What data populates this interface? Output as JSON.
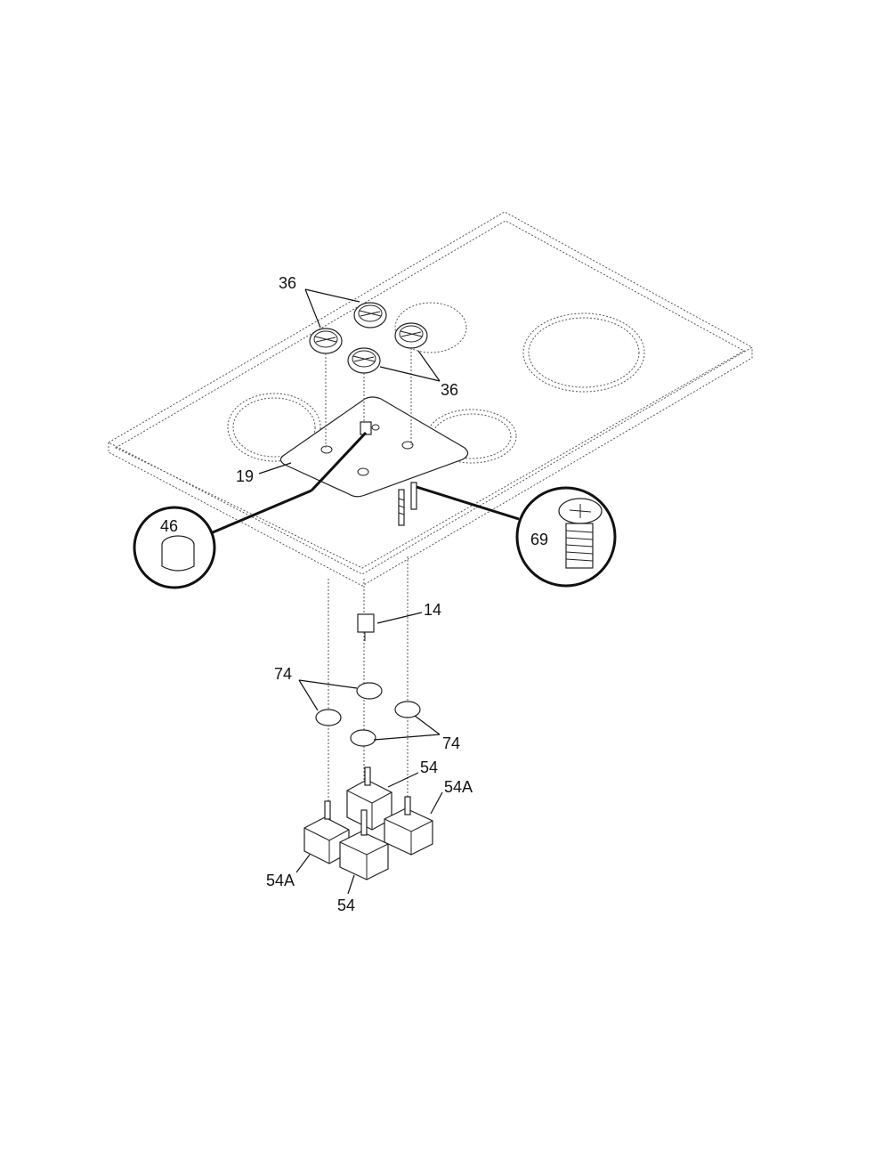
{
  "diagram": {
    "labels": {
      "knob_top": "36",
      "knob_right": "36",
      "control_panel": "19",
      "detail_plug": "46",
      "detail_screw": "69",
      "switch_small": "14",
      "bezel_left": "74",
      "bezel_right": "74",
      "control_back_top": "54",
      "control_back_right": "54A",
      "control_front_left": "54A",
      "control_front_bottom": "54"
    }
  }
}
